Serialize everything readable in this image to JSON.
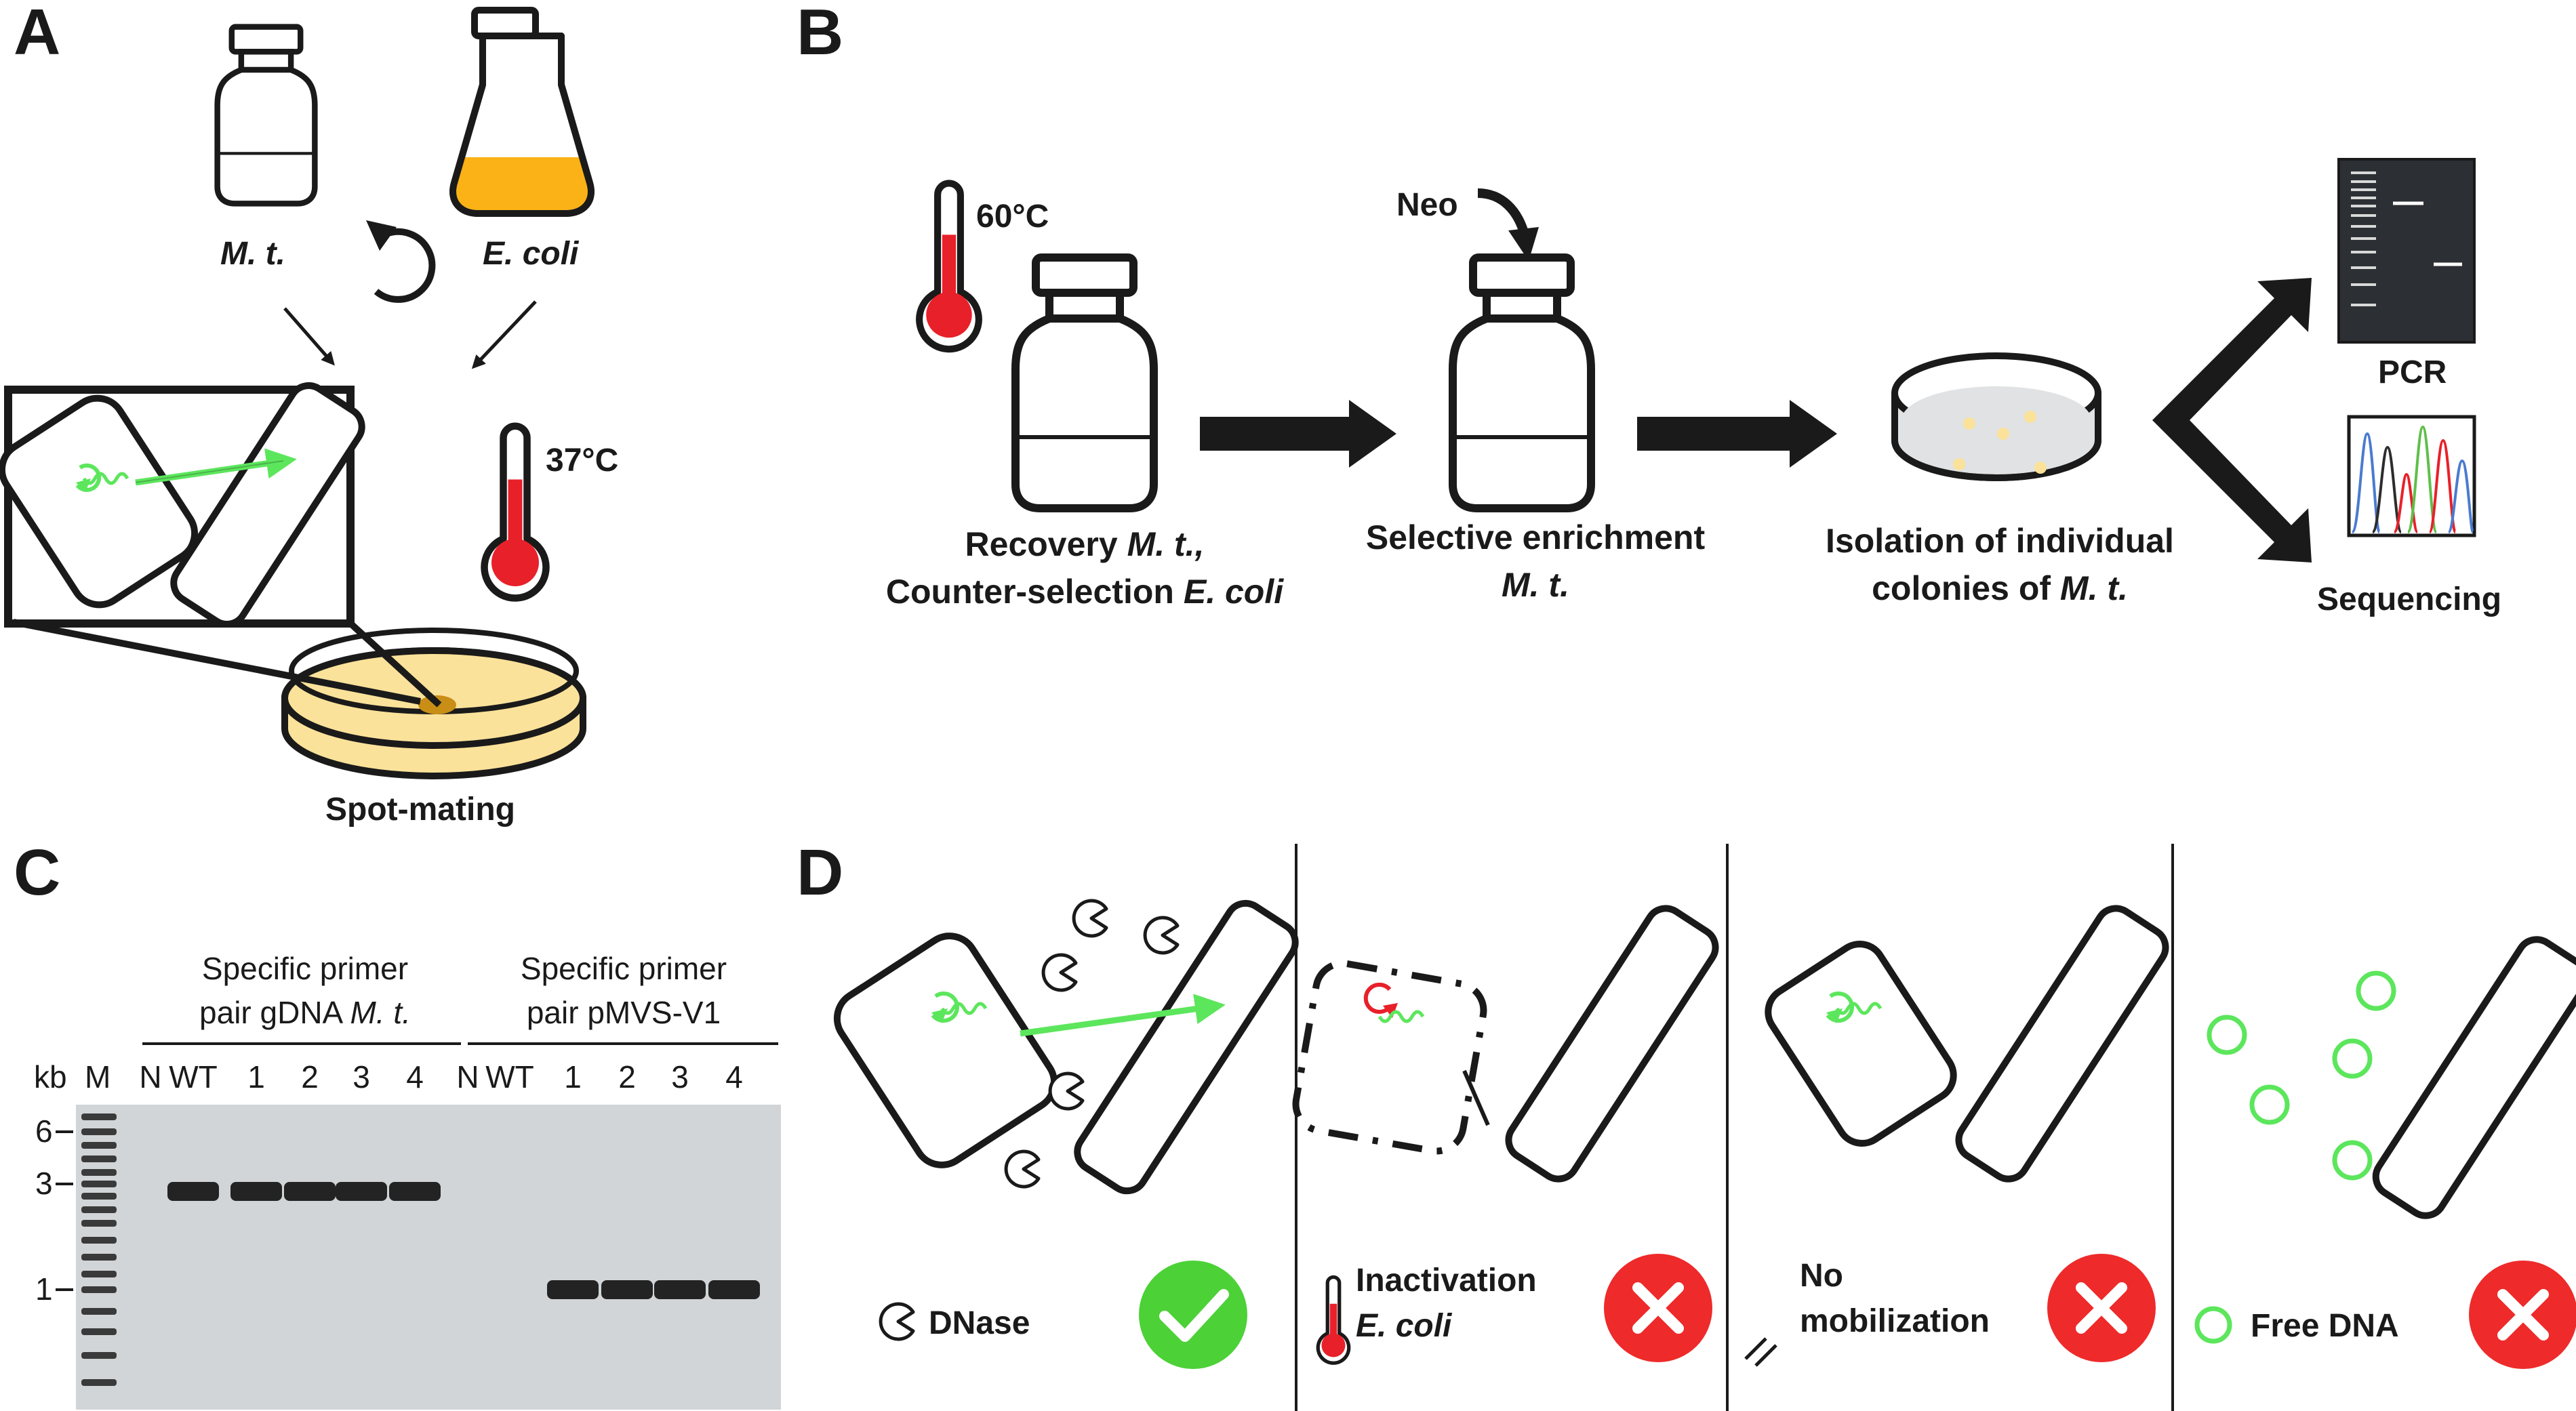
{
  "panels": {
    "a": "A",
    "b": "B",
    "c": "C",
    "d": "D"
  },
  "panel_a": {
    "mt_label": "M. t.",
    "ecoli_label": "E. coli",
    "temp": "37°C",
    "caption": "Spot-mating"
  },
  "panel_b": {
    "temp": "60°C",
    "neo": "Neo",
    "step1_line1": "Recovery",
    "step1_line1_italic": "M. t.,",
    "step1_line2": "Counter-selection",
    "step1_line2_italic": "E. coli",
    "step2_line1": "Selective enrichment",
    "step2_line2": "M. t.",
    "step3_line1": "Isolation of individual",
    "step3_line2": "colonies of",
    "step3_line2_italic": "M. t.",
    "pcr": "PCR",
    "sequencing": "Sequencing"
  },
  "panel_c": {
    "group1_line1": "Specific primer",
    "group1_line2": "pair gDNA",
    "group1_line2_italic": "M. t.",
    "group2_line1": "Specific primer",
    "group2_line2": "pair pMVS-V1",
    "kb": "kb",
    "marker": "M",
    "lanes_group1": [
      "N",
      "WT",
      "1",
      "2",
      "3",
      "4"
    ],
    "lanes_group2": [
      "N",
      "WT",
      "1",
      "2",
      "3",
      "4"
    ],
    "size_ticks": [
      "6",
      "3",
      "1"
    ]
  },
  "panel_d": {
    "dnase": "DNase",
    "inactivation_line1": "Inactivation",
    "inactivation_line2": "E. coli",
    "no_mob_line1": "No",
    "no_mob_line2": "mobilization",
    "free_dna": "Free DNA"
  },
  "colors": {
    "plasmid_green": "#5ce65c",
    "thermo_red": "#e8202a",
    "broth_orange": "#fbb216",
    "agar_yellow": "#fbe29a",
    "check_green": "#4cd137",
    "cross_red": "#ee2a2a",
    "gel_bg": "#d2d5d7"
  }
}
